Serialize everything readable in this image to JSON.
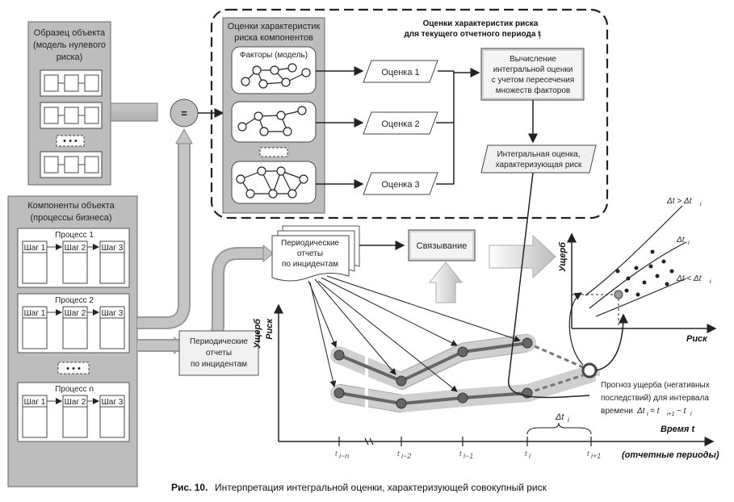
{
  "sample": {
    "title_lines": [
      "Образец объекта",
      "(модель нулевого",
      "риска)"
    ]
  },
  "components": {
    "title_lines": [
      "Компоненты объекта",
      "(процессы бизнеса)"
    ],
    "processes": [
      {
        "name": "Процесс 1",
        "steps": [
          "Шаг 1",
          "Шаг 2",
          "Шаг 3"
        ]
      },
      {
        "name": "Процесс 2",
        "steps": [
          "Шаг 1",
          "Шаг 2",
          "Шаг 3"
        ]
      },
      {
        "name": "Процесс n",
        "steps": [
          "Шаг 1",
          "Шаг 2",
          "Шаг 3"
        ]
      }
    ]
  },
  "compare": {
    "symbol": "="
  },
  "eval_group": {
    "title_lines": [
      "Оценки характеристик риска",
      "для текущего отчетного периода t"
    ],
    "title_sub": "i",
    "components_title_lines": [
      "Оценки характеристик",
      "риска компонентов"
    ],
    "factors_label": "Факторы (модель)",
    "estimates": [
      "Оценка 1",
      "Оценка 2",
      "Оценка 3"
    ],
    "computation_lines": [
      "Вычисление",
      "интегральной оценки",
      "с учетом пересечения",
      "множеств факторов"
    ],
    "integral_lines": [
      "Интегральная оценка,",
      "характеризующая риск"
    ]
  },
  "reports_stack": {
    "lines": [
      "Периодические",
      "отчеты",
      "по инцидентам"
    ]
  },
  "reports_box": {
    "lines": [
      "Периодические",
      "отчеты",
      "по инцидентам"
    ]
  },
  "linking": {
    "label": "Связывание"
  },
  "timeline": {
    "y_labels": [
      "Ущерб",
      "Риск"
    ],
    "x_label": "Время t",
    "x_sub_label": "(отчетные периоды)",
    "ticks": [
      "t",
      "t",
      "t",
      "t",
      "t"
    ],
    "tick_subs": [
      "i−n",
      "i−2",
      "i−1",
      "i",
      "i+1"
    ],
    "delta": "Δt",
    "delta_sub": "i"
  },
  "forecast": {
    "lines": [
      "Прогноз ущерба (негативных",
      "последствий) для интервала"
    ],
    "formula_prefix": "времени",
    "formula": "Δt",
    "formula_rest": " = t",
    "formula_tail": " − t"
  },
  "scatter": {
    "y_label": "Ущерб",
    "x_label": "Риск",
    "curve_labels": [
      "Δt > Δt",
      "Δt",
      "Δt < Δt"
    ],
    "curve_label_sub": "i"
  },
  "caption": {
    "bold": "Рис. 10.",
    "text": "Интерпретация интегральной оценки, характеризующей совокупный риск"
  }
}
